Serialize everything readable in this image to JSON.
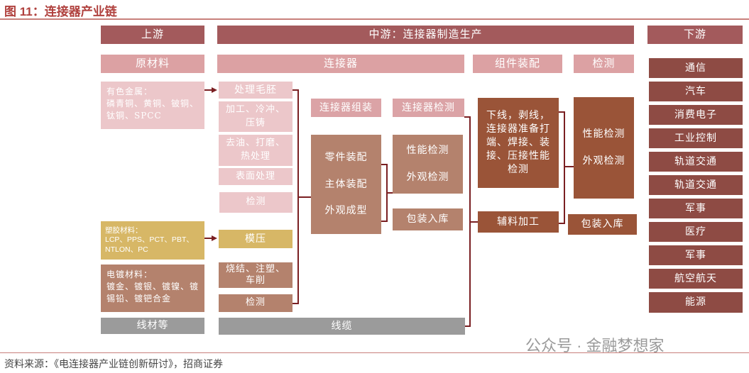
{
  "title": "图 11：连接器产业链",
  "headers": {
    "up": "上游",
    "mid": "中游：连接器制造生产",
    "down": "下游"
  },
  "subheaders": {
    "raw": "原材料",
    "connector": "连接器",
    "assembly": "组件装配",
    "inspect": "检测"
  },
  "raw": {
    "metal": "有色金属：\n磷青铜、黄铜、铍铜、\n钛铜、SPCC",
    "plastic": "塑胶材料：\nLCP、PPS、PCT、PBT、\nNTLON、PC",
    "plating": "电镀材料：\n镀金、镀银、镀镍、镀\n锡铅、镀钯合金",
    "wire": "线材等"
  },
  "process": {
    "p1": "处理毛胚",
    "p2": "加工、冷冲、\n压铸",
    "p3": "去油、打磨、\n热处理",
    "p4": "表面处理",
    "p5": "检测",
    "p6": "模压",
    "p7": "烧结、注塑、\n车削",
    "p8": "检测",
    "cable": "线缆"
  },
  "conn": {
    "assy_label": "连接器组装",
    "test_label": "连接器检测",
    "assy_steps": "零件装配\n\n主体装配\n\n外观成型",
    "tests": "性能检测\n\n外观检测",
    "pack": "包装入库"
  },
  "assembly": {
    "steps": "下线，剥线，\n连接器准备打\n端、焊接、装\n接、压接性能\n检测",
    "aux": "辅料加工"
  },
  "inspect": {
    "tests": "性能检测\n\n外观检测",
    "pack": "包装入库"
  },
  "downstream": [
    "通信",
    "汽车",
    "消费电子",
    "工业控制",
    "轨道交通",
    "轨道交通",
    "军事",
    "医疗",
    "军事",
    "航空航天",
    "能源"
  ],
  "watermark": "公众号 · 金融梦想家",
  "source": "资料来源：《电连接器产业链创新研讨》，招商证券"
}
